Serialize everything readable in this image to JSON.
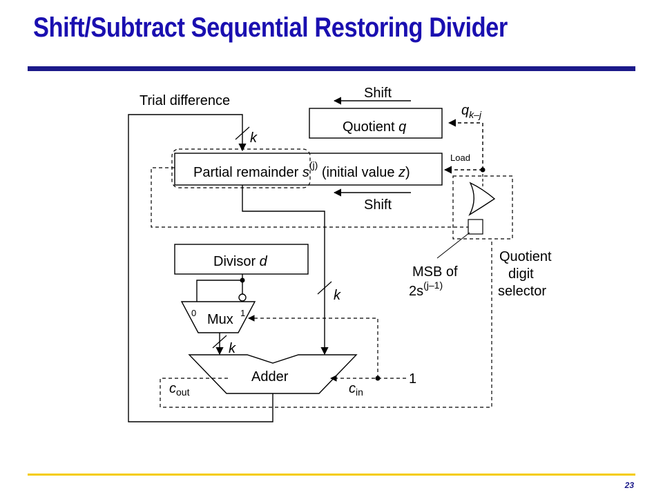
{
  "slide": {
    "title": "Shift/Subtract Sequential Restoring Divider",
    "page_number": "23"
  },
  "diagram": {
    "trial_difference": "Trial difference",
    "shift_top": "Shift",
    "shift_bottom": "Shift",
    "quotient_box": {
      "text": "Quotient ",
      "var": "q"
    },
    "q_signal": {
      "var": "q",
      "sub": "k–j"
    },
    "load": "Load",
    "partial_remainder": {
      "text": "Partial remainder ",
      "var": "s",
      "sup": "(j)",
      "rest_a": " (initial value ",
      "rest_var": "z",
      "rest_b": ")"
    },
    "k_width": "k",
    "divisor_box": {
      "text": "Divisor ",
      "var": "d"
    },
    "mux": {
      "label": "Mux",
      "in0": "0",
      "in1": "1"
    },
    "adder": "Adder",
    "cout": {
      "var": "c",
      "sub": "out"
    },
    "cin": {
      "var": "c",
      "sub": "in"
    },
    "constant_one": "1",
    "msb": {
      "line1": "MSB of",
      "base": "2s",
      "sup": "(j–1)"
    },
    "selector": [
      "Quotient",
      "digit",
      "selector"
    ]
  }
}
